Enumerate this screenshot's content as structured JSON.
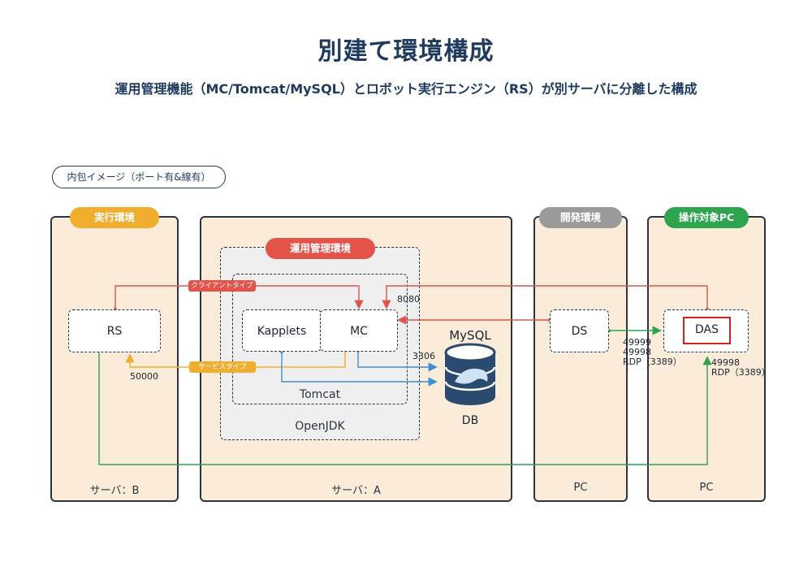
{
  "header": {
    "title": "別建て環境構成",
    "subtitle": "運用管理機能（MC/Tomcat/MySQL）とロボット実行エンジン（RS）が別サーバに分離した構成"
  },
  "legend": "内包イメージ（ポート有&線有）",
  "servers": {
    "b": {
      "pill": "実行環境",
      "footer": "サーバ：B"
    },
    "a": {
      "pill": "運用管理環境",
      "footer": "サーバ：A"
    },
    "dev": {
      "pill": "開発環境",
      "footer": "PC"
    },
    "target": {
      "pill": "操作対象PC",
      "footer": "PC"
    }
  },
  "nodes": {
    "rs": "RS",
    "kapplets": "Kapplets",
    "mc": "MC",
    "tomcat": "Tomcat",
    "openjdk": "OpenJDK",
    "mysql": "MySQL",
    "db": "DB",
    "ds": "DS",
    "das": "DAS"
  },
  "ports": {
    "p8080": "8080",
    "p3306": "3306",
    "p50000": "50000",
    "ds_ports": [
      "49999",
      "49998",
      "RDP（3389）"
    ],
    "das_ports": [
      "49998",
      "RDP（3389）"
    ]
  },
  "tags": {
    "client": "クライアントタイプ",
    "service": "サービスタイプ"
  },
  "colors": {
    "navy": "#1f3a5f",
    "orange": "#f0ad2e",
    "red": "#e4534a",
    "gray": "#9a9a9a",
    "green": "#2ea44f",
    "blue": "#3b8fd4",
    "server_bg": "#fbebd9"
  }
}
